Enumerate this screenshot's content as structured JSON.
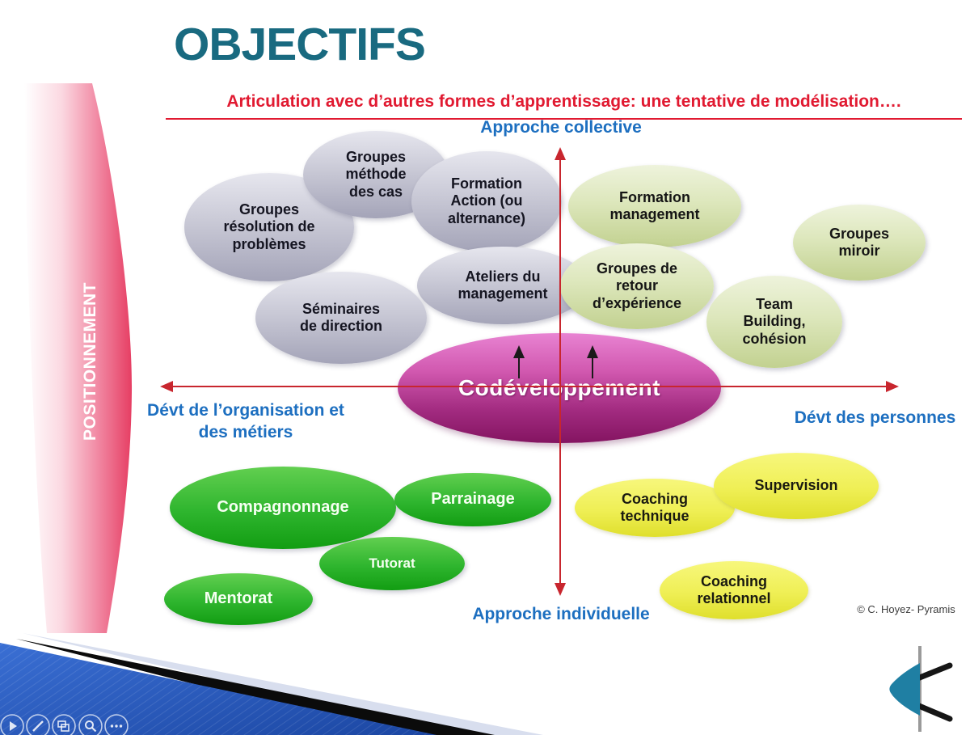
{
  "slide": {
    "title": "OBJECTIFS",
    "subtitle": "Articulation avec d’autres formes d’apprentissage: une tentative de modélisation….",
    "side_banner": "POSITIONNEMENT",
    "copyright": "© C. Hoyez- Pyramis",
    "title_color": "#196A80",
    "subtitle_color": "#E11A31",
    "banner_gradient": [
      "#FFFFFF",
      "#E63E63"
    ]
  },
  "axes": {
    "top": "Approche collective",
    "bottom": "Approche individuelle",
    "left": "Dévt de l’organisation et des métiers",
    "right": "Dévt des personnes",
    "axis_color": "#C8262E",
    "label_color": "#1D6FC0"
  },
  "center_bubble": {
    "label": "Codéveloppement",
    "fill_top": "#E883D2",
    "fill_bottom": "#841461",
    "text_color": "#FFFFFF"
  },
  "quadrants": {
    "top_left": {
      "style": "gray",
      "fill_top": "#E6E6EE",
      "fill_bottom": "#A4A4B8",
      "items": [
        "Groupes méthode des cas",
        "Groupes résolution de problèmes",
        "Formation Action (ou alternance)",
        "Ateliers du management",
        "Séminaires de direction"
      ]
    },
    "top_right": {
      "style": "olive",
      "fill_top": "#EEF3DC",
      "fill_bottom": "#C2D190",
      "items": [
        "Formation management",
        "Groupes miroir",
        "Groupes de retour d’expérience",
        "Team Building, cohésion"
      ]
    },
    "bottom_left": {
      "style": "green",
      "fill_top": "#62CF50",
      "fill_bottom": "#129D12",
      "items": [
        "Compagnonnage",
        "Parrainage",
        "Tutorat",
        "Mentorat"
      ]
    },
    "bottom_right": {
      "style": "yellow",
      "fill_top": "#F7F77C",
      "fill_bottom": "#DFDF2C",
      "items": [
        "Coaching technique",
        "Supervision",
        "Coaching relationnel"
      ]
    }
  },
  "viewer_toolbar": {
    "icons": [
      "play-icon",
      "pencil-icon",
      "slides-icon",
      "magnifier-icon",
      "ellipsis-icon"
    ]
  },
  "footer_deco_colors": {
    "blue": "#2A5EC2",
    "black": "#0B0B0B",
    "pale": "#D8DEEE",
    "logo_teal": "#1F7FA3"
  }
}
